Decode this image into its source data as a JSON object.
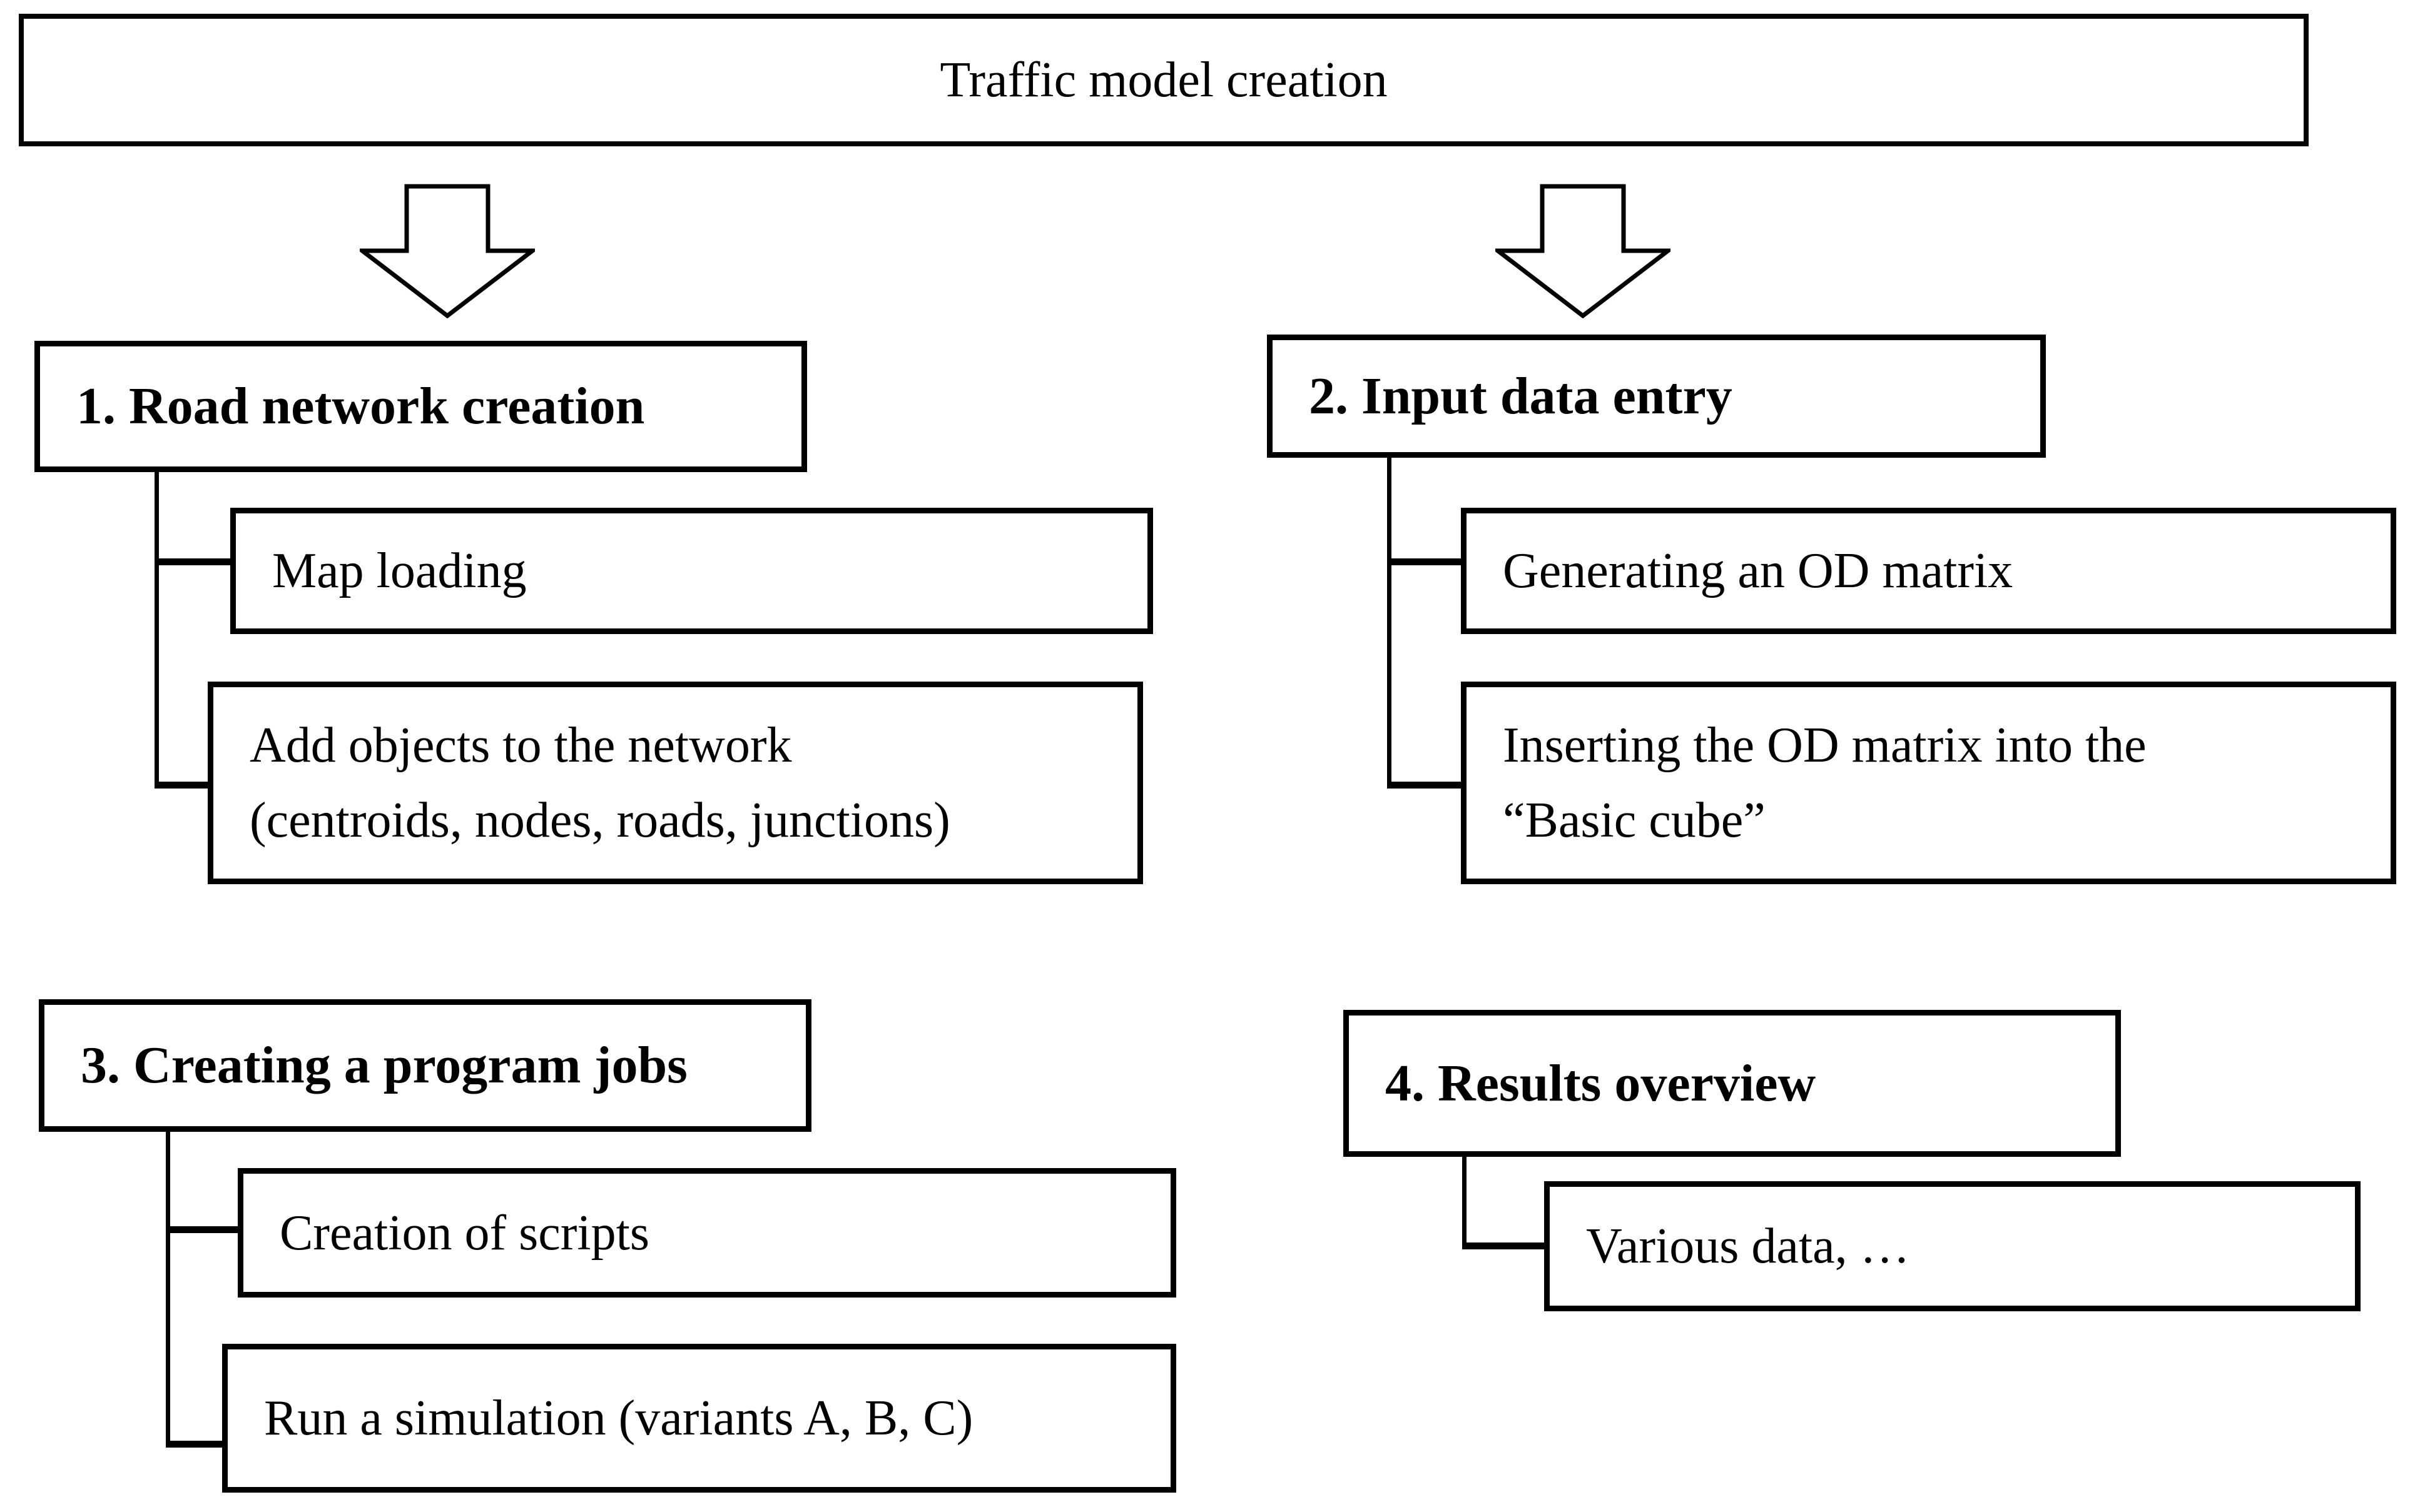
{
  "meta": {
    "figure_type": "flowchart",
    "background_color": "#ffffff",
    "line_color": "#000000",
    "text_color": "#000000"
  },
  "title": {
    "label": "Traffic model creation"
  },
  "steps": {
    "s1": {
      "heading": "1. Road network creation",
      "child1_line1": "Map loading",
      "child2_line1": "Add objects to the network",
      "child2_line2": "(centroids, nodes, roads, junctions)"
    },
    "s2": {
      "heading": "2. Input data entry",
      "child1_line1": "Generating an OD matrix",
      "child2_line1": "Inserting the OD matrix into the",
      "child2_line2": "“Basic cube”"
    },
    "s3": {
      "heading": "3. Creating a program jobs",
      "child1_line1": "Creation of scripts",
      "child2_line1": "Run a simulation (variants A, B, C)"
    },
    "s4": {
      "heading": "4. Results overview",
      "child1_line1": "Various data, …"
    }
  }
}
